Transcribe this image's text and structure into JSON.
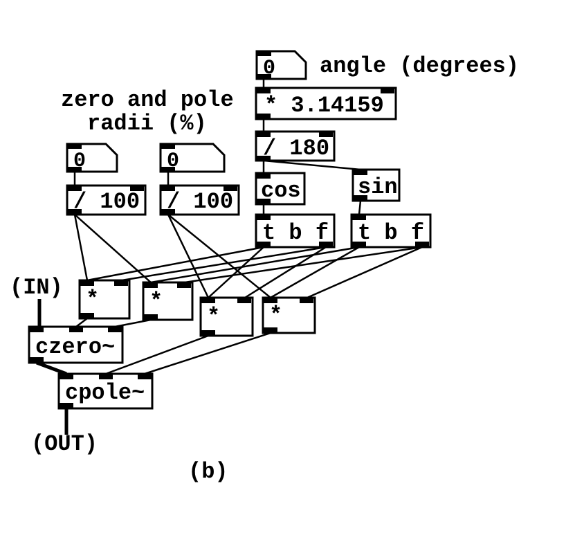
{
  "colors": {
    "foreground": "#000000",
    "background": "#ffffff"
  },
  "labels": {
    "angle": "angle (degrees)",
    "radii_line1": "zero and pole",
    "radii_line2": "radii (%)",
    "input": "(IN)",
    "output": "(OUT)",
    "caption": "(b)"
  },
  "nodes": {
    "angle_number": {
      "value": "0"
    },
    "zero_radius_number": {
      "value": "0"
    },
    "pole_radius_number": {
      "value": "0"
    },
    "multiply_pi": {
      "label": "* 3.14159"
    },
    "divide_180": {
      "label": "/ 180"
    },
    "cosine": {
      "label": "cos"
    },
    "sine": {
      "label": "sin"
    },
    "trigger_cos": {
      "label": "t b f"
    },
    "trigger_sin": {
      "label": "t b f"
    },
    "divide_100_zero": {
      "label": "/ 100"
    },
    "divide_100_pole": {
      "label": "/ 100"
    },
    "multiply_zero_real": {
      "label": "*"
    },
    "multiply_zero_imag": {
      "label": "*"
    },
    "multiply_pole_real": {
      "label": "*"
    },
    "multiply_pole_imag": {
      "label": "*"
    },
    "czero": {
      "label": "czero~"
    },
    "cpole": {
      "label": "cpole~"
    }
  }
}
